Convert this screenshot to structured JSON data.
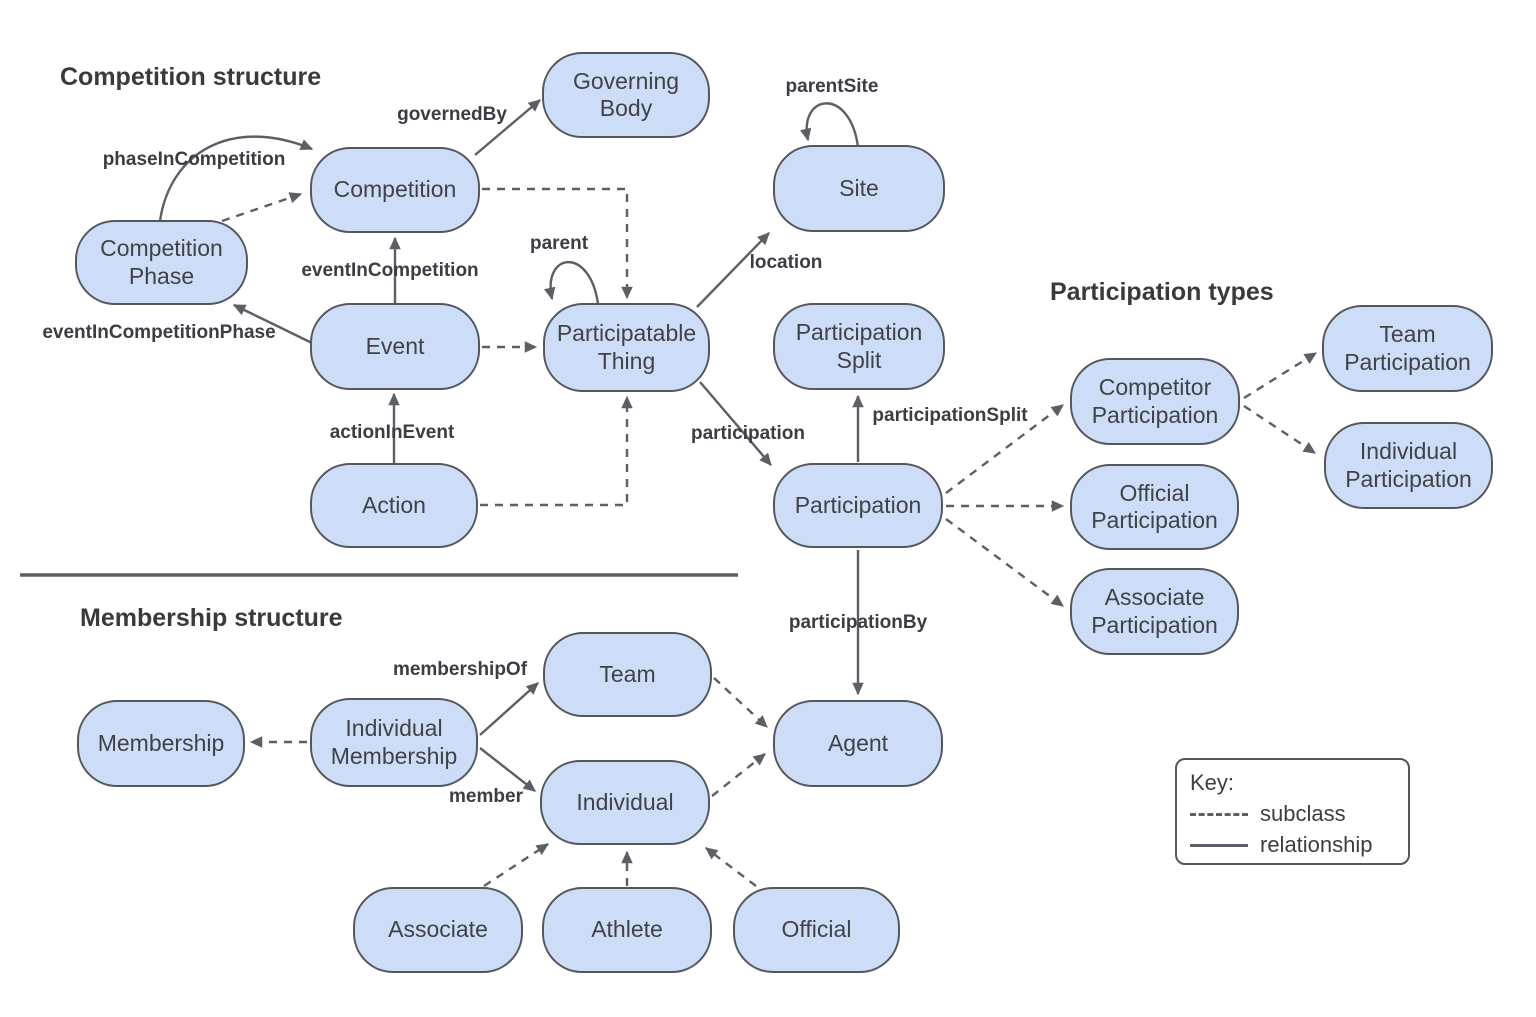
{
  "colors": {
    "background": "#ffffff",
    "node_fill": "#cdddf7",
    "node_border": "#54575d",
    "line": "#5c6066",
    "node_text": "#3f4347",
    "label_text": "#3a3e44"
  },
  "headings": {
    "competition": "Competition structure",
    "participation": "Participation types",
    "membership": "Membership structure"
  },
  "nodes": {
    "governing_body": "Governing Body",
    "competition": "Competition",
    "competition_phase": "Competition Phase",
    "site": "Site",
    "event": "Event",
    "participatable_thing": "Participatable Thing",
    "participation_split": "Participation Split",
    "action": "Action",
    "participation": "Participation",
    "competitor_participation": "Competitor Participation",
    "official_participation": "Official Participation",
    "associate_participation": "Associate Participation",
    "team_participation": "Team Participation",
    "individual_participation": "Individual Participation",
    "membership": "Membership",
    "individual_membership": "Individual Membership",
    "team": "Team",
    "individual": "Individual",
    "agent": "Agent",
    "associate": "Associate",
    "athlete": "Athlete",
    "official": "Official"
  },
  "edge_labels": {
    "governed_by": "governedBy",
    "phase_in_competition": "phaseInCompetition",
    "event_in_competition": "eventInCompetition",
    "event_in_competition_phase": "eventInCompetitionPhase",
    "parent": "parent",
    "parent_site": "parentSite",
    "location": "location",
    "action_in_event": "actionInEvent",
    "participation": "participation",
    "participation_split": "participationSplit",
    "participation_by": "participationBy",
    "membership_of": "membershipOf",
    "member": "member"
  },
  "relationships": [
    {
      "from": "Competition",
      "to": "Governing Body",
      "type": "relationship",
      "label": "governedBy"
    },
    {
      "from": "Competition Phase",
      "to": "Competition",
      "type": "relationship",
      "label": "phaseInCompetition"
    },
    {
      "from": "Competition Phase",
      "to": "Competition",
      "type": "subclass",
      "label": ""
    },
    {
      "from": "Event",
      "to": "Competition",
      "type": "relationship",
      "label": "eventInCompetition"
    },
    {
      "from": "Event",
      "to": "Competition Phase",
      "type": "relationship",
      "label": "eventInCompetitionPhase"
    },
    {
      "from": "Action",
      "to": "Event",
      "type": "relationship",
      "label": "actionInEvent"
    },
    {
      "from": "Site",
      "to": "Site",
      "type": "relationship",
      "label": "parentSite"
    },
    {
      "from": "Participatable Thing",
      "to": "Participatable Thing",
      "type": "relationship",
      "label": "parent"
    },
    {
      "from": "Participatable Thing",
      "to": "Site",
      "type": "relationship",
      "label": "location"
    },
    {
      "from": "Participatable Thing",
      "to": "Participation",
      "type": "relationship",
      "label": "participation"
    },
    {
      "from": "Competition",
      "to": "Participatable Thing",
      "type": "subclass",
      "label": ""
    },
    {
      "from": "Event",
      "to": "Participatable Thing",
      "type": "subclass",
      "label": ""
    },
    {
      "from": "Action",
      "to": "Participatable Thing",
      "type": "subclass",
      "label": ""
    },
    {
      "from": "Participation",
      "to": "Participation Split",
      "type": "relationship",
      "label": "participationSplit"
    },
    {
      "from": "Participation",
      "to": "Agent",
      "type": "relationship",
      "label": "participationBy"
    },
    {
      "from": "Participation",
      "to": "Competitor Participation",
      "type": "subclass",
      "label": ""
    },
    {
      "from": "Participation",
      "to": "Official Participation",
      "type": "subclass",
      "label": ""
    },
    {
      "from": "Participation",
      "to": "Associate Participation",
      "type": "subclass",
      "label": ""
    },
    {
      "from": "Competitor Participation",
      "to": "Team Participation",
      "type": "subclass",
      "label": ""
    },
    {
      "from": "Competitor Participation",
      "to": "Individual Participation",
      "type": "subclass",
      "label": ""
    },
    {
      "from": "Individual Membership",
      "to": "Membership",
      "type": "subclass",
      "label": ""
    },
    {
      "from": "Individual Membership",
      "to": "Team",
      "type": "relationship",
      "label": "membershipOf"
    },
    {
      "from": "Individual Membership",
      "to": "Individual",
      "type": "relationship",
      "label": "member"
    },
    {
      "from": "Team",
      "to": "Agent",
      "type": "subclass",
      "label": ""
    },
    {
      "from": "Individual",
      "to": "Agent",
      "type": "subclass",
      "label": ""
    },
    {
      "from": "Associate",
      "to": "Individual",
      "type": "subclass",
      "label": ""
    },
    {
      "from": "Athlete",
      "to": "Individual",
      "type": "subclass",
      "label": ""
    },
    {
      "from": "Official",
      "to": "Individual",
      "type": "subclass",
      "label": ""
    }
  ],
  "key": {
    "title": "Key:",
    "subclass": "subclass",
    "relationship": "relationship"
  }
}
